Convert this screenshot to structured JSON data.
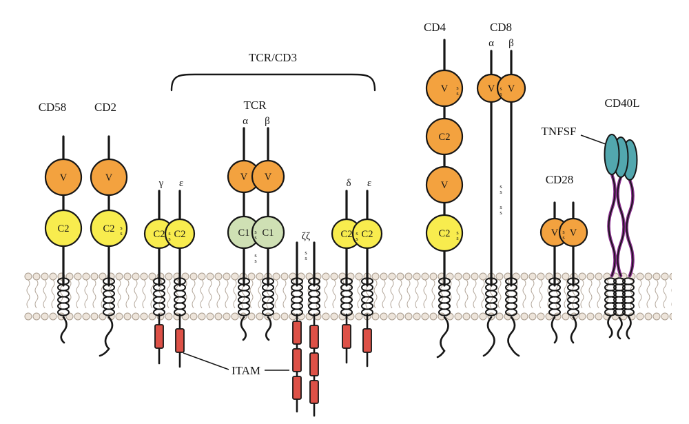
{
  "colors": {
    "v-domain": "#f3a23f",
    "c2-domain": "#f8ec4e",
    "c1-domain": "#cfe0b4",
    "itam": "#dd5147",
    "membrane-head": "#ede4da",
    "membrane-outline": "#a89b8d",
    "tnfsf-oval": "#52a7ae",
    "cd40l-stalk": "#8a2f8f",
    "ink": "#161616"
  },
  "receptors": {
    "cd58": {
      "label": "CD58",
      "domains": [
        "V",
        "C2"
      ]
    },
    "cd2": {
      "label": "CD2",
      "domains": [
        "V",
        "C2"
      ]
    },
    "tcr_cd3_complex": {
      "label": "TCR/CD3"
    },
    "tcr": {
      "label": "TCR",
      "alpha": "α",
      "beta": "β",
      "v": "V",
      "c1": "C1"
    },
    "cd3_gamma_epsilon": {
      "gamma": "γ",
      "epsilon": "ε",
      "c2": "C2"
    },
    "zeta_zeta": {
      "label": "ζζ"
    },
    "cd3_delta_epsilon": {
      "delta": "δ",
      "epsilon": "ε",
      "c2": "C2"
    },
    "cd4": {
      "label": "CD4",
      "domains": [
        "V",
        "C2",
        "V",
        "C2"
      ]
    },
    "cd8": {
      "label": "CD8",
      "alpha": "α",
      "beta": "β",
      "v": "V"
    },
    "cd28": {
      "label": "CD28",
      "v": "V"
    },
    "cd40l": {
      "label": "CD40L",
      "family": "TNFSF"
    }
  },
  "annotations": {
    "itam": "ITAM",
    "disulfide": "ss"
  }
}
